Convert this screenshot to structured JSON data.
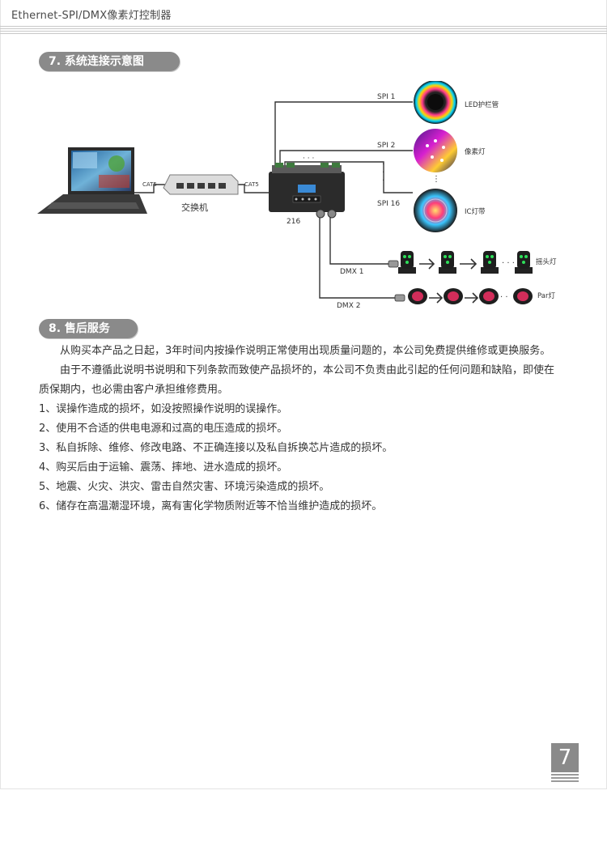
{
  "header": {
    "title": "Ethernet-SPI/DMX像素灯控制器"
  },
  "section7": {
    "title": "7. 系统连接示意图"
  },
  "diagram": {
    "cable_left": "CAT5",
    "cable_right": "CAT5",
    "switch_label": "交换机",
    "controller_label": "216",
    "spi1": "SPI 1",
    "spi2": "SPI 2",
    "spi16": "SPI 16",
    "led_tube": "LED护栏管",
    "pixel_light": "像素灯",
    "ic_strip": "IC灯带",
    "dmx1": "DMX 1",
    "dmx2": "DMX 2",
    "moving_head": "摇头灯",
    "par_light": "Par灯"
  },
  "section8": {
    "title": "8. 售后服务",
    "para1": "从购买本产品之日起，3年时间内按操作说明正常使用出现质量问题的，本公司免费提供维修或更换服务。",
    "para2": "由于不遵循此说明书说明和下列条款而致使产品损坏的，本公司不负责由此引起的任何问题和缺陷，即使在质保期内，也必需由客户承担维修费用。",
    "items": [
      "1、误操作造成的损坏，如没按照操作说明的误操作。",
      "2、使用不合适的供电电源和过高的电压造成的损坏。",
      "3、私自拆除、维修、修改电路、不正确连接以及私自拆换芯片造成的损坏。",
      "4、购买后由于运输、震荡、摔地、进水造成的损坏。",
      "5、地震、火灾、洪灾、雷击自然灾害、环境污染造成的损坏。",
      "6、储存在高温潮湿环境，离有害化学物质附近等不恰当维护造成的损坏。"
    ]
  },
  "page_number": "7"
}
